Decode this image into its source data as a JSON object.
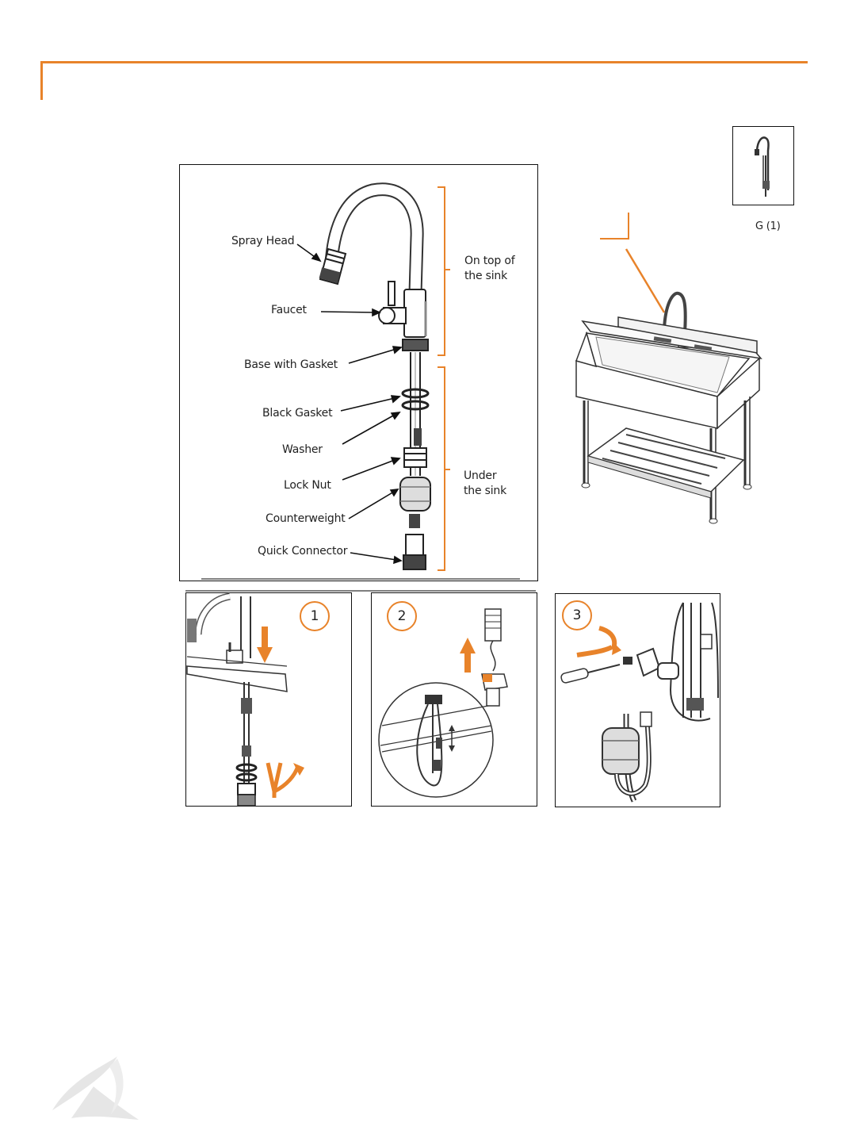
{
  "header": {
    "accent_color": "#e8832a"
  },
  "diagram": {
    "parts": [
      {
        "label": "Spray Head"
      },
      {
        "label": "Faucet"
      },
      {
        "label": "Base with  Gasket"
      },
      {
        "label": "Black Gasket"
      },
      {
        "label": "Washer"
      },
      {
        "label": "Lock Nut"
      },
      {
        "label": "Counterweight"
      },
      {
        "label": "Quick Connector"
      }
    ],
    "groups": {
      "top_line1": "On top of",
      "top_line2": "the sink",
      "under_line1": "Under",
      "under_line2": "the sink"
    }
  },
  "part_box": {
    "label": "G (1)"
  },
  "steps": [
    {
      "number": "1"
    },
    {
      "number": "2"
    },
    {
      "number": "3"
    }
  ],
  "logo": {
    "icon": "swirl-logo-icon"
  }
}
